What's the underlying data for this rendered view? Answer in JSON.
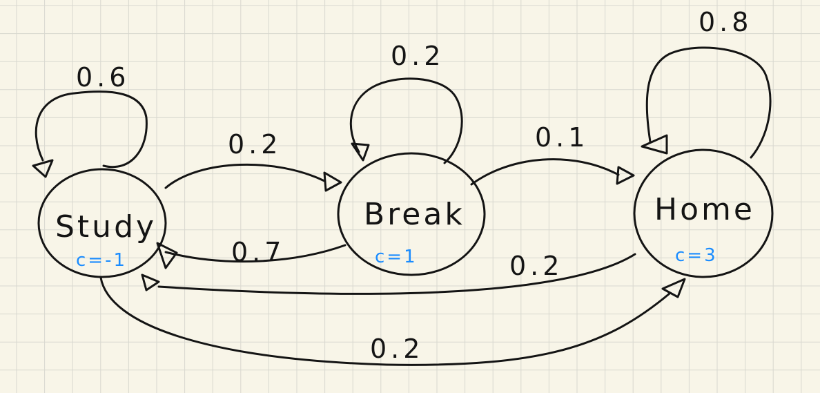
{
  "colors": {
    "paper": "#f8f5e8",
    "grid": "#d8d8cf",
    "ink": "#141414",
    "cost": "#1a8cff"
  },
  "states": {
    "study": {
      "name": "Study",
      "cost": "c=-1"
    },
    "break": {
      "name": "Break",
      "cost": "c=1"
    },
    "home": {
      "name": "Home",
      "cost": "c=3"
    }
  },
  "transitions": {
    "study_study": "0.6",
    "study_break": "0.2",
    "study_home": "0.2",
    "break_break": "0.2",
    "break_study": "0.7",
    "break_home": "0.1",
    "home_home": "0.8",
    "home_study": "0.2"
  }
}
